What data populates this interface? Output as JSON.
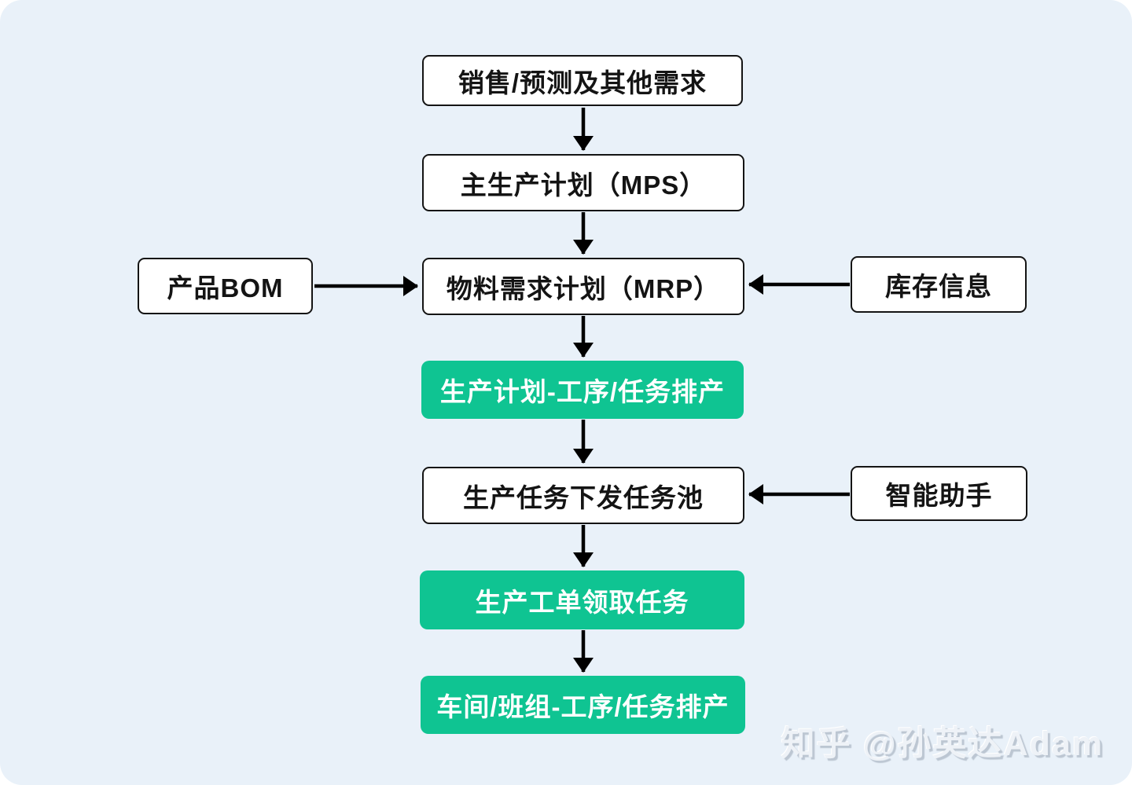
{
  "watermark": {
    "text": "知乎 @孙英达Adam"
  },
  "diagram": {
    "type": "flowchart",
    "direction": "top-down",
    "colors": {
      "page_background": "#ffffff",
      "panel_background": "#e9f1f9",
      "node_background": "#ffffff",
      "node_border": "#141414",
      "highlight_green": "#0fc492",
      "arrow": "#000000",
      "text_dark": "#141414",
      "text_light": "#ffffff"
    },
    "nodes": {
      "sales": {
        "label": "销售/预测及其他需求",
        "style": "plain"
      },
      "mps": {
        "label": "主生产计划（MPS）",
        "style": "plain"
      },
      "bom": {
        "label": "产品BOM",
        "style": "plain"
      },
      "mrp": {
        "label": "物料需求计划（MRP）",
        "style": "plain"
      },
      "inventory": {
        "label": "库存信息",
        "style": "plain"
      },
      "plan_scheduling": {
        "label": "生产计划-工序/任务排产",
        "style": "highlight"
      },
      "task_pool": {
        "label": "生产任务下发任务池",
        "style": "plain"
      },
      "assistant": {
        "label": "智能助手",
        "style": "plain"
      },
      "work_order": {
        "label": "生产工单领取任务",
        "style": "highlight"
      },
      "workshop_scheduling": {
        "label": "车间/班组-工序/任务排产",
        "style": "highlight"
      }
    },
    "edges": [
      {
        "from": "sales",
        "to": "mps"
      },
      {
        "from": "mps",
        "to": "mrp"
      },
      {
        "from": "bom",
        "to": "mrp"
      },
      {
        "from": "inventory",
        "to": "mrp"
      },
      {
        "from": "mrp",
        "to": "plan_scheduling"
      },
      {
        "from": "plan_scheduling",
        "to": "task_pool"
      },
      {
        "from": "assistant",
        "to": "task_pool"
      },
      {
        "from": "task_pool",
        "to": "work_order"
      },
      {
        "from": "work_order",
        "to": "workshop_scheduling"
      }
    ]
  }
}
